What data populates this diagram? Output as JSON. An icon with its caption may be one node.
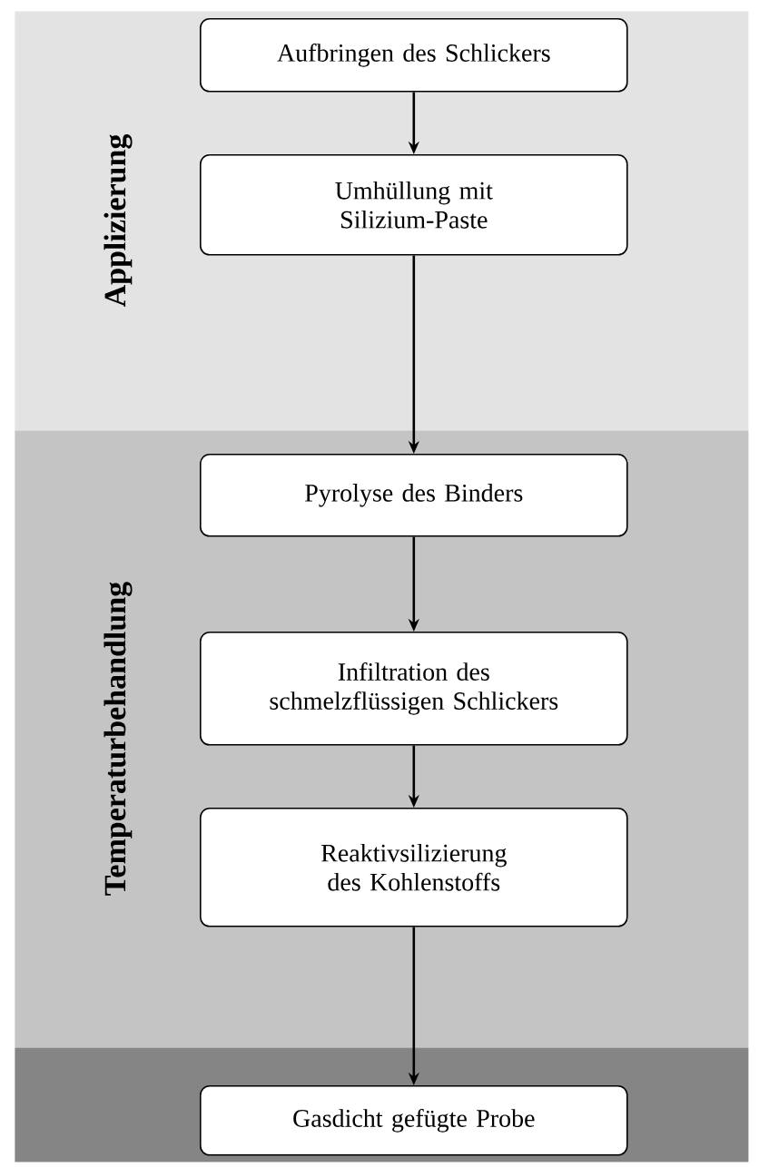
{
  "diagram": {
    "nodes": [
      {
        "text": [
          "Applizierung"
        ]
      },
      {
        "text": [
          "Aufbringen des Schlickers"
        ],
        "in": 0
      },
      {
        "text": [
          "Umhüllung mit Silizium-Paste"
        ],
        "in": 0
      },
      {
        "text": [
          "Temperaturbehandlung"
        ]
      },
      {
        "text": [
          "Pyrolyse des Binders"
        ],
        "in": 3
      },
      {
        "text": [
          "Infiltration des schmelzflüssigen Schlickers"
        ],
        "in": 3
      },
      {
        "text": [
          "Reaktivsilizierung des Kohlenstoffs"
        ],
        "in": 3
      },
      {
        "text": [],
        "shape": "box"
      },
      {
        "text": [
          "Gasdicht gefügte Probe"
        ],
        "in": 7
      }
    ],
    "edges": [
      {
        "from": 1,
        "to": 2,
        "arrow": "to"
      },
      {
        "from": 2,
        "to": 4,
        "arrow": "to"
      },
      {
        "from": 4,
        "to": 5,
        "arrow": "to"
      },
      {
        "from": 5,
        "to": 6,
        "arrow": "to"
      },
      {
        "from": 6,
        "to": 8,
        "arrow": "to"
      }
    ]
  }
}
